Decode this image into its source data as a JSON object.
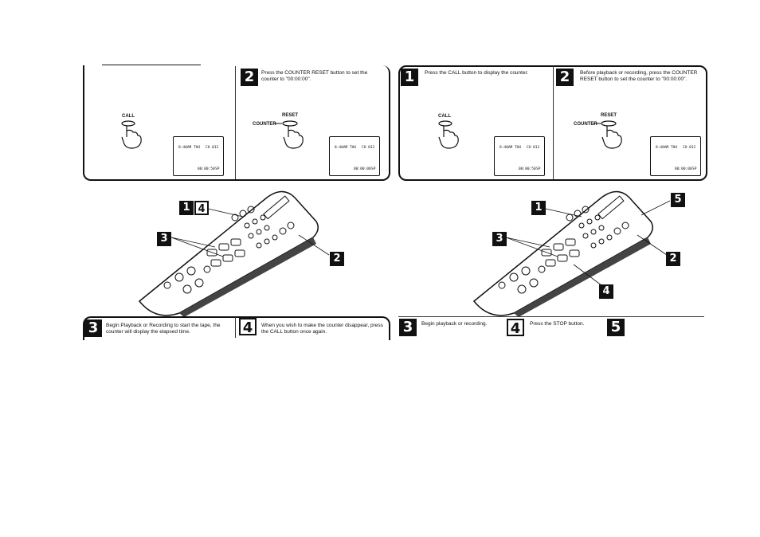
{
  "left": {
    "step2": {
      "number": "2",
      "text": "Press the COUNTER RESET button to set the counter to \"00:00:00\"."
    },
    "step3": {
      "number": "3",
      "text": "Begin Playback or Recording to start the tape, the counter will display the elapsed time."
    },
    "step4": {
      "number": "4",
      "text": "When you wish to make the counter disappear, press the CALL button once again."
    },
    "call_label": "CALL",
    "reset_label": "RESET",
    "counter_label": "COUNTER",
    "lcd1": {
      "time": "8:40AM THU",
      "channel": "CH 012",
      "counter": "00:00:50",
      "mode": "SP"
    },
    "lcd2": {
      "time": "8:40AM THU",
      "channel": "CH 012",
      "counter": "00:00:00",
      "mode": "SP"
    },
    "callouts": [
      "1",
      "4",
      "3",
      "2"
    ]
  },
  "right": {
    "step1": {
      "number": "1",
      "text": "Press the CALL button to display the counter."
    },
    "step2": {
      "number": "2",
      "text": "Before playback or recording, press the COUNTER RESET button to set the counter to \"00:00:00\"."
    },
    "step3": {
      "number": "3",
      "text": "Begin playback or recording."
    },
    "step4": {
      "number": "4",
      "text": "Press the STOP button."
    },
    "step5": {
      "number": "5",
      "text": ""
    },
    "call_label": "CALL",
    "reset_label": "RESET",
    "counter_label": "COUNTER",
    "lcd1": {
      "time": "8:40AM THU",
      "channel": "CH 012",
      "counter": "00:00:50",
      "mode": "SP"
    },
    "lcd2": {
      "time": "8:40AM THU",
      "channel": "CH 012",
      "counter": "00:00:00",
      "mode": "SP"
    },
    "callouts": [
      "1",
      "5",
      "3",
      "2",
      "4"
    ]
  }
}
